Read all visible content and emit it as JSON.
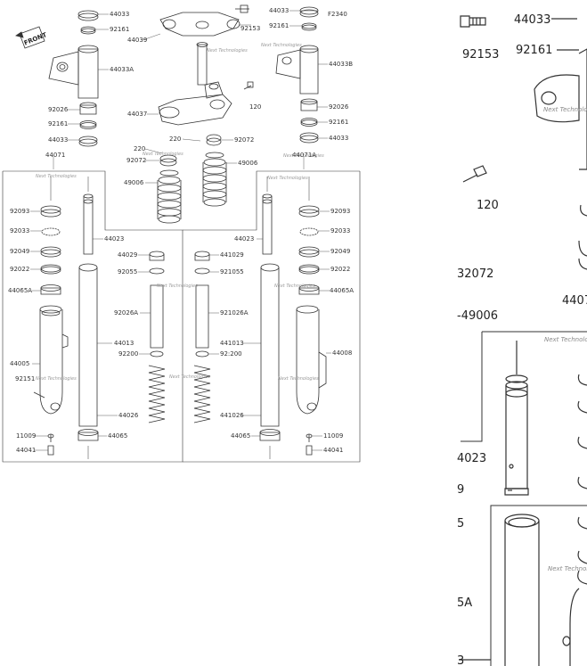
{
  "diagram": {
    "front_marker": "FRONT",
    "drawing_code": "F2340",
    "watermark": "Next Technologies",
    "labels": {
      "l44033_a": "44033",
      "l92161_a": "92161",
      "l44033A": "44033A",
      "l44039": "44039",
      "l92153": "92153",
      "l44033_b": "44033",
      "l92161_b": "92161",
      "l44033B": "44033B",
      "l120": "120",
      "l44037": "44037",
      "l92026_l": "92026",
      "l92161_l": "92161",
      "l44033_l": "44033",
      "l44071": "44071",
      "l92026_r": "92026",
      "l92161_r": "92161",
      "l44033_r": "44033",
      "l44071A": "44071A",
      "l220_a": "220",
      "l92072_a": "92072",
      "l220_b": "220",
      "l92072_b": "92072",
      "l49006_l": "49006",
      "l49006_r": "49006",
      "l92093_l": "92093",
      "l92033_l": "92033",
      "l92049_l": "92049",
      "l92022_l": "92022",
      "l44065A_l": "44065A",
      "l44005": "44005",
      "l92151": "92151",
      "l11009_l": "11009",
      "l44041_l": "44041",
      "l44023_l": "44023",
      "l44029_l": "44029",
      "l92055_l": "92055",
      "l92026A_l": "92026A",
      "l44013_l": "44013",
      "l92200_l": "92200",
      "l44026_l": "44026",
      "l44065_l": "44065",
      "l44023_r": "44023",
      "l44029_r": "441029",
      "l92055_r": "921055",
      "l92026A_r": "921026A",
      "l44013_r": "441013",
      "l92200_r": "92:200",
      "l44026_r": "441026",
      "l44065_r": "44065",
      "l92093_r": "92093",
      "l92033_r": "92033",
      "l92049_r": "92049",
      "l92022_r": "92022",
      "l44065A_r": "44065A",
      "l44008": "44008",
      "l11009_r": "11009",
      "l44041_r": "44041"
    },
    "zoom_labels": {
      "z44033": "44033",
      "z92153": "92153",
      "z92161": "92161",
      "z120": "120",
      "z92072": "32072",
      "z49006": "-49006",
      "z4407": "4407",
      "z4023": "4023",
      "z9": "9",
      "z5": "5",
      "zA": "5A",
      "z3": "3"
    }
  }
}
